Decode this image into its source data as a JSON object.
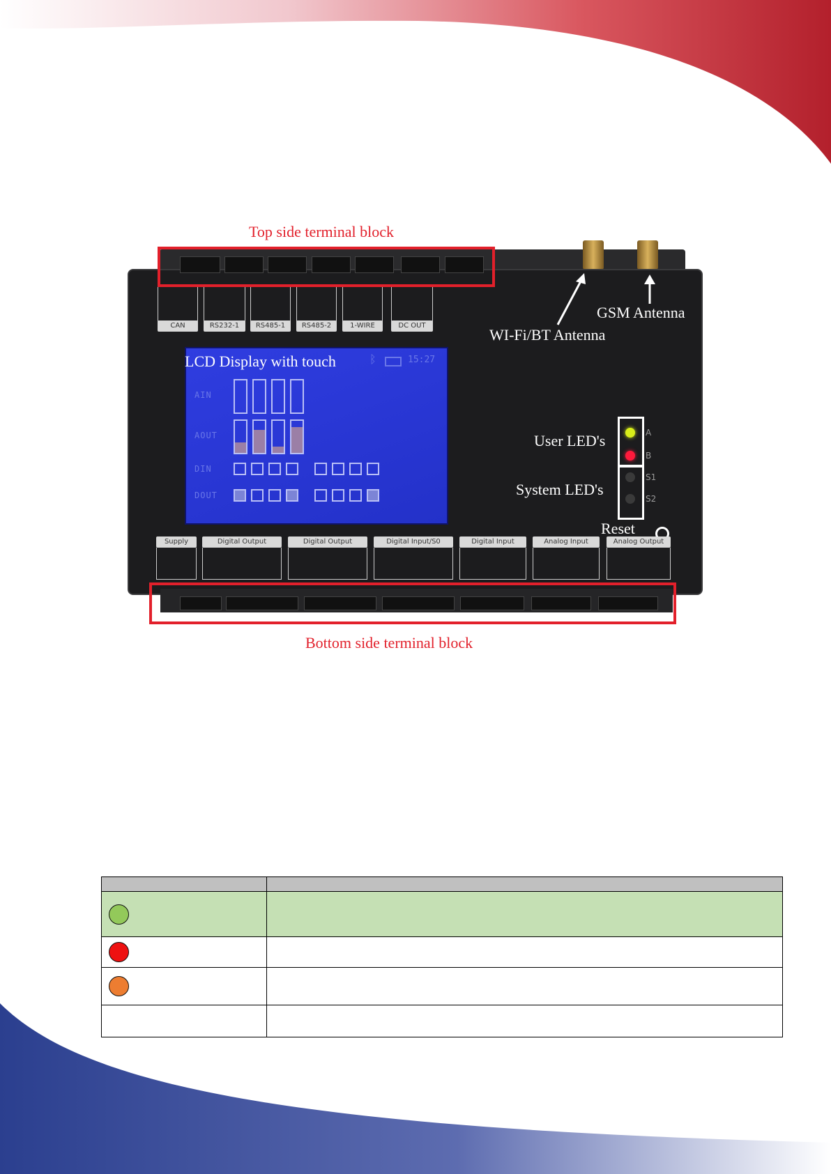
{
  "colors": {
    "accent_red": "#e2202b",
    "lcd_blue": "#2b39d8",
    "led_yellow": "#d8ee1a",
    "led_red": "#ff1a3c",
    "table_green_row": "#c5e0b4",
    "table_header": "#c0c0c0"
  },
  "annotations": {
    "top_terminal": "Top side terminal block",
    "bottom_terminal": "Bottom side terminal block",
    "gsm_antenna": "GSM Antenna",
    "wifi_antenna": "WI-Fi/BT Antenna",
    "lcd_display": "LCD Display with touch",
    "user_leds": "User LED's",
    "system_leds": "System LED's",
    "reset": "Reset"
  },
  "device": {
    "top_labels": [
      "CAN",
      "RS232-1",
      "RS485-1",
      "RS485-2",
      "1-WIRE",
      "DC OUT"
    ],
    "bottom_labels": [
      "Supply",
      "Digital Output",
      "Digital Output",
      "Digital Input/S0",
      "Digital Input",
      "Analog Input",
      "Analog Output"
    ],
    "lcd": {
      "clock": "15:27",
      "rows": [
        "AIN",
        "AOUT",
        "DIN",
        "DOUT"
      ],
      "aout_levels": [
        0.32,
        0.72,
        0.2,
        0.8
      ],
      "dout_states": [
        true,
        false,
        false,
        true,
        false,
        false,
        false,
        true
      ]
    },
    "led_tags": [
      "A",
      "B",
      "S1",
      "S2"
    ]
  },
  "led_table": {
    "headers": [
      "",
      ""
    ],
    "rows": [
      {
        "indicator": "green-circle-icon",
        "color": "#93c95a",
        "bg": "#c5e0b4",
        "text": ""
      },
      {
        "indicator": "red-circle-icon",
        "color": "#ee1111",
        "bg": "#ffffff",
        "text": ""
      },
      {
        "indicator": "orange-circle-icon",
        "color": "#ed7d31",
        "bg": "#ffffff",
        "text": ""
      },
      {
        "indicator": "none",
        "color": "",
        "bg": "#ffffff",
        "text": ""
      }
    ]
  }
}
